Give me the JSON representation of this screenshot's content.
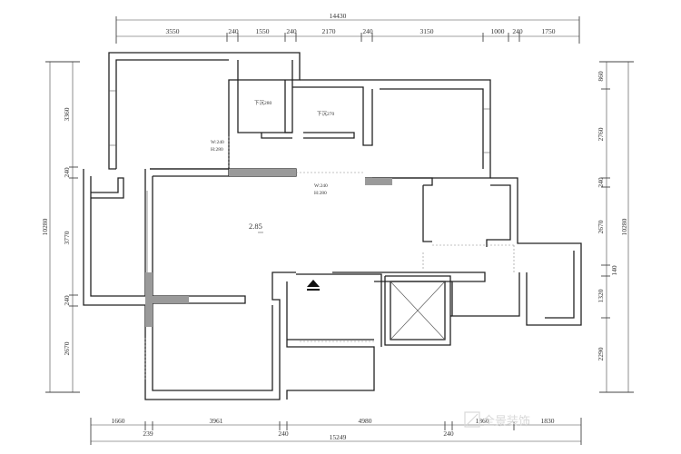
{
  "colors": {
    "wall": "#222222",
    "shaded_wall": "#9a9a9a",
    "dim": "#444444",
    "watermark": "#d8d8d8"
  },
  "top": {
    "total": "14430",
    "segments": [
      "3550",
      "240",
      "1550",
      "240",
      "2170",
      "240",
      "3150",
      "1000",
      "240",
      "1750"
    ]
  },
  "bottom": {
    "total": "15249",
    "row1": [
      "1660",
      "3961",
      "4980",
      "1860",
      "1830"
    ],
    "row2": [
      "239",
      "240",
      "240"
    ]
  },
  "left": {
    "total": "10280",
    "segments": [
      "3360",
      "240",
      "3770",
      "240",
      "2670"
    ]
  },
  "right": {
    "total": "10280",
    "segments": [
      "860",
      "2760",
      "240",
      "2670",
      "140",
      "1320",
      "2290"
    ]
  },
  "labels": {
    "ceiling_height": "2.85",
    "room1": "下沉280",
    "room2": "下沉270",
    "beam1_w": "W:240",
    "beam1_h": "H:280",
    "beam2_w": "W:240",
    "beam2_h": "H:280"
  },
  "watermark": {
    "text": "全景装饰",
    "icon": "logo-mark-icon"
  },
  "icons": {
    "entry": "entry-triangle-icon",
    "elevator": "elevator-shaft-icon"
  }
}
